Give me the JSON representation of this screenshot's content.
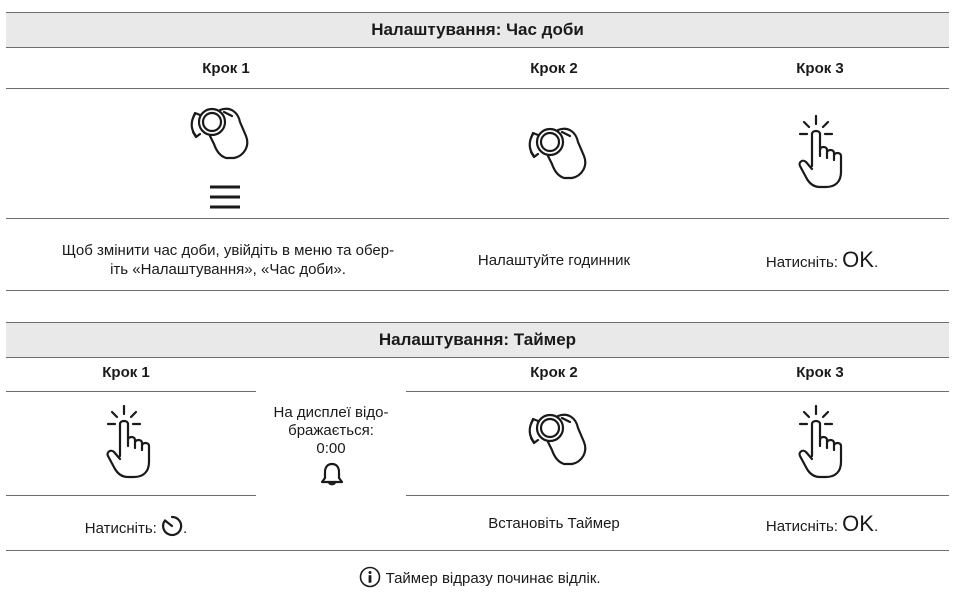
{
  "section1": {
    "title": "Налаштування: Час доби",
    "step1_label": "Крок 1",
    "step2_label": "Крок 2",
    "step3_label": "Крок 3",
    "step1_text_line1": "Щоб змінити час доби, увійдіть в меню та обер-",
    "step1_text_line2": "іть «Налаштування», «Час доби».",
    "step2_text": "Налаштуйте годинник",
    "step3_text": "Натисніть:",
    "step3_key": "OK",
    "step3_end": ".",
    "icons": [
      "hand-rotate-knob-icon",
      "menu-icon",
      "hand-rotate-knob-icon",
      "hand-press-icon"
    ]
  },
  "section2": {
    "title": "Налаштування: Таймер",
    "step1_label": "Крок 1",
    "step2_label": "Крок 2",
    "step3_label": "Крок 3",
    "display_line1": "На дисплеї відо-",
    "display_line2": "бражається:",
    "display_time": "0:00",
    "step1_text": "Натисніть:",
    "step1_end": ".",
    "step2_text": "Встановіть Таймер",
    "step3_text": "Натисніть:",
    "step3_key": "OK",
    "step3_end": ".",
    "icons": [
      "hand-press-icon",
      "bell-icon",
      "hand-rotate-knob-icon",
      "hand-press-icon",
      "timer-icon"
    ]
  },
  "note": {
    "text": "Таймер відразу починає відлік.",
    "icon": "info-icon"
  }
}
